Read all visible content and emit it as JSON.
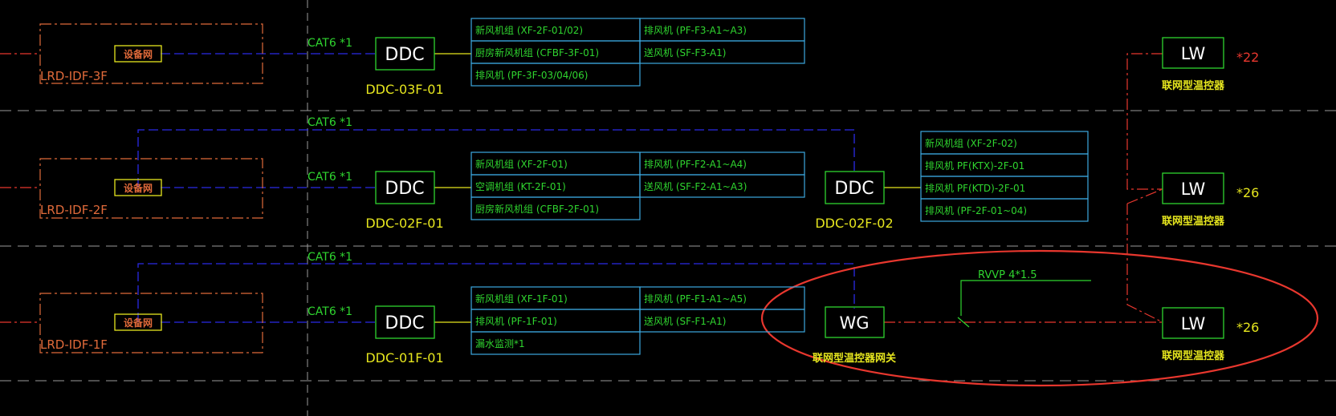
{
  "floors": [
    {
      "panel_label": "LRD-IDF-3F",
      "switch_label": "设备网",
      "cable_label": "CAT6 *1",
      "ddc_text": "DDC",
      "ddc_name": "DDC-03F-01",
      "table_left": [
        "新风机组 (XF-2F-01/02)",
        "厨房新风机组 (CFBF-3F-01)",
        "排风机 (PF-3F-03/04/06)"
      ],
      "table_right": [
        "排风机 (PF-F3-A1~A3)",
        "送风机 (SF-F3-A1)"
      ]
    },
    {
      "panel_label": "LRD-IDF-2F",
      "switch_label": "设备网",
      "cable_label": "CAT6 *1",
      "ddc_text": "DDC",
      "ddc_name": "DDC-02F-01",
      "table_left": [
        "新风机组 (XF-2F-01)",
        "空调机组 (KT-2F-01)",
        "厨房新风机组 (CFBF-2F-01)"
      ],
      "table_right": [
        "排风机 (PF-F2-A1~A4)",
        "送风机 (SF-F2-A1~A3)"
      ]
    },
    {
      "panel_label": "LRD-IDF-1F",
      "switch_label": "设备网",
      "cable_label": "CAT6 *1",
      "ddc_text": "DDC",
      "ddc_name": "DDC-01F-01",
      "table_left": [
        "新风机组 (XF-1F-01)",
        "排风机 (PF-1F-01)",
        "漏水监测*1"
      ],
      "table_right": [
        "排风机 (PF-F1-A1~A5)",
        "送风机 (SF-F1-A1)"
      ]
    }
  ],
  "bus_labels": [
    "CAT6 *1",
    "CAT6 *1"
  ],
  "ddc2": {
    "text": "DDC",
    "name": "DDC-02F-02",
    "table": [
      "新风机组 (XF-2F-02)",
      "排风机 PF(KTX)-2F-01",
      "排风机 PF(KTD)-2F-01",
      "排风机 (PF-2F-01~04)"
    ]
  },
  "wg": {
    "text": "WG",
    "name": "联网型温控器网关"
  },
  "rvvp_label": "RVVP 4*1.5",
  "lw_units": [
    {
      "text": "LW",
      "name": "联网型温控器",
      "qty": "*22"
    },
    {
      "text": "LW",
      "name": "联网型温控器",
      "qty": "*26"
    },
    {
      "text": "LW",
      "name": "联网型温控器",
      "qty": "*26"
    }
  ],
  "colors": {
    "cyan": "#3ca8e0",
    "green": "#2fd52f",
    "yellow": "#e6e61e",
    "orange": "#e06a3a",
    "blue": "#2a2ae6",
    "red": "#e8372e",
    "grey": "#9a9a9a",
    "red_qty": "#e8372e"
  }
}
